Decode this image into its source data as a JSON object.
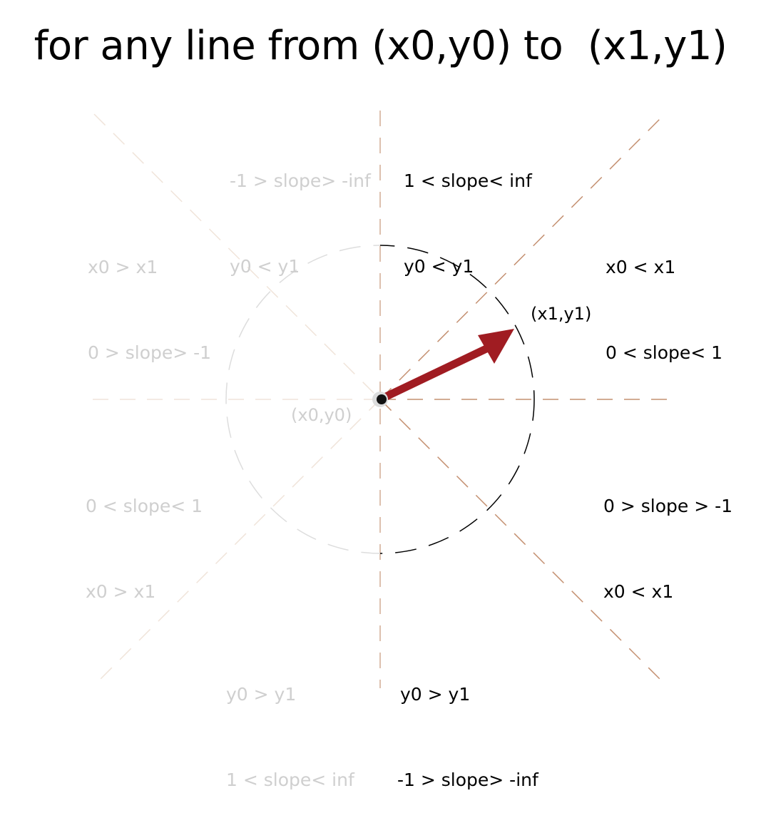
{
  "title": "for any line from (x0,y0) to  (x1,y1)",
  "colors": {
    "active_guide": "#c49071",
    "faint_guide": "#f0e4da",
    "faint_text": "#cfcfcf",
    "arrow": "#a01c22",
    "circle_dark": "#000000",
    "circle_faint": "#dddddd"
  },
  "points": {
    "start_label": "(x0,y0)",
    "end_label": "(x1,y1)"
  },
  "regions": {
    "top_right": {
      "line1": "1 < slope< inf",
      "line2": "y0 < y1"
    },
    "upper_right": {
      "line1": "x0 < x1",
      "line2": "0 < slope< 1"
    },
    "lower_right": {
      "line1": "0 > slope > -1",
      "line2": "x0 < x1"
    },
    "bottom_right": {
      "line1": "y0 > y1",
      "line2": "-1 > slope> -inf"
    },
    "top_left": {
      "line1": "-1 > slope> -inf",
      "line2": "y0 < y1"
    },
    "upper_left": {
      "line1": "x0 > x1",
      "line2": "0 > slope> -1"
    },
    "lower_left": {
      "line1": "0 < slope< 1",
      "line2": "x0 > x1"
    },
    "bottom_left": {
      "line1": "y0 > y1",
      "line2": "1 < slope< inf"
    }
  }
}
